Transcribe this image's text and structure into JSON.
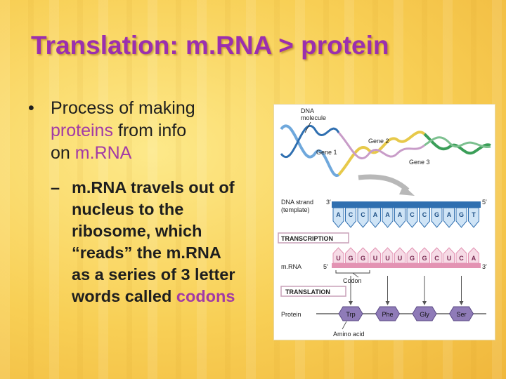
{
  "slide": {
    "title": "Translation: m.RNA > protein",
    "bullet": {
      "marker": "•",
      "line1": "Process of making",
      "line2_highlight": "proteins",
      "line2_rest": " from info",
      "line3_pre": "on ",
      "line3_highlight": "m.RNA"
    },
    "sub_bullet": {
      "marker": "–",
      "lines": [
        "m.RNA travels out of",
        "nucleus to the",
        "ribosome, which",
        "“reads” the m.RNA",
        "as a series of 3 letter"
      ],
      "last_pre": "words called ",
      "last_highlight": "codons"
    }
  },
  "figure": {
    "dna_label_1": "DNA",
    "dna_label_2": "molecule",
    "gene1": "Gene 1",
    "gene2": "Gene 2",
    "gene3": "Gene 3",
    "dna_strand_label_1": "DNA strand",
    "dna_strand_label_2": "(template)",
    "three_prime": "3′",
    "five_prime": "5′",
    "dna_bases": [
      "A",
      "C",
      "C",
      "A",
      "A",
      "A",
      "C",
      "C",
      "G",
      "A",
      "G",
      "T"
    ],
    "transcription": "TRANSCRIPTION",
    "mrna_label": "m.RNA",
    "mrna_bases": [
      "U",
      "G",
      "G",
      "U",
      "U",
      "U",
      "G",
      "G",
      "C",
      "U",
      "C",
      "A"
    ],
    "codon_label": "Codon",
    "translation": "TRANSLATION",
    "protein_label": "Protein",
    "amino_acids": [
      "Trp",
      "Phe",
      "Gly",
      "Ser"
    ],
    "amino_acid_label": "Amino acid",
    "colors": {
      "title": "#9b2fae",
      "highlight": "#a23aa6",
      "dna_blue": "#2f6fb0",
      "dna_base_light": "#cfe4f6",
      "mrna_pink": "#e393b3",
      "mrna_fill": "#f6dbe6",
      "amino_purple": "#8f7bb8",
      "gene1": "#6fa8dc",
      "gene2": "#e7c94a",
      "gene3": "#3a9e58"
    }
  }
}
